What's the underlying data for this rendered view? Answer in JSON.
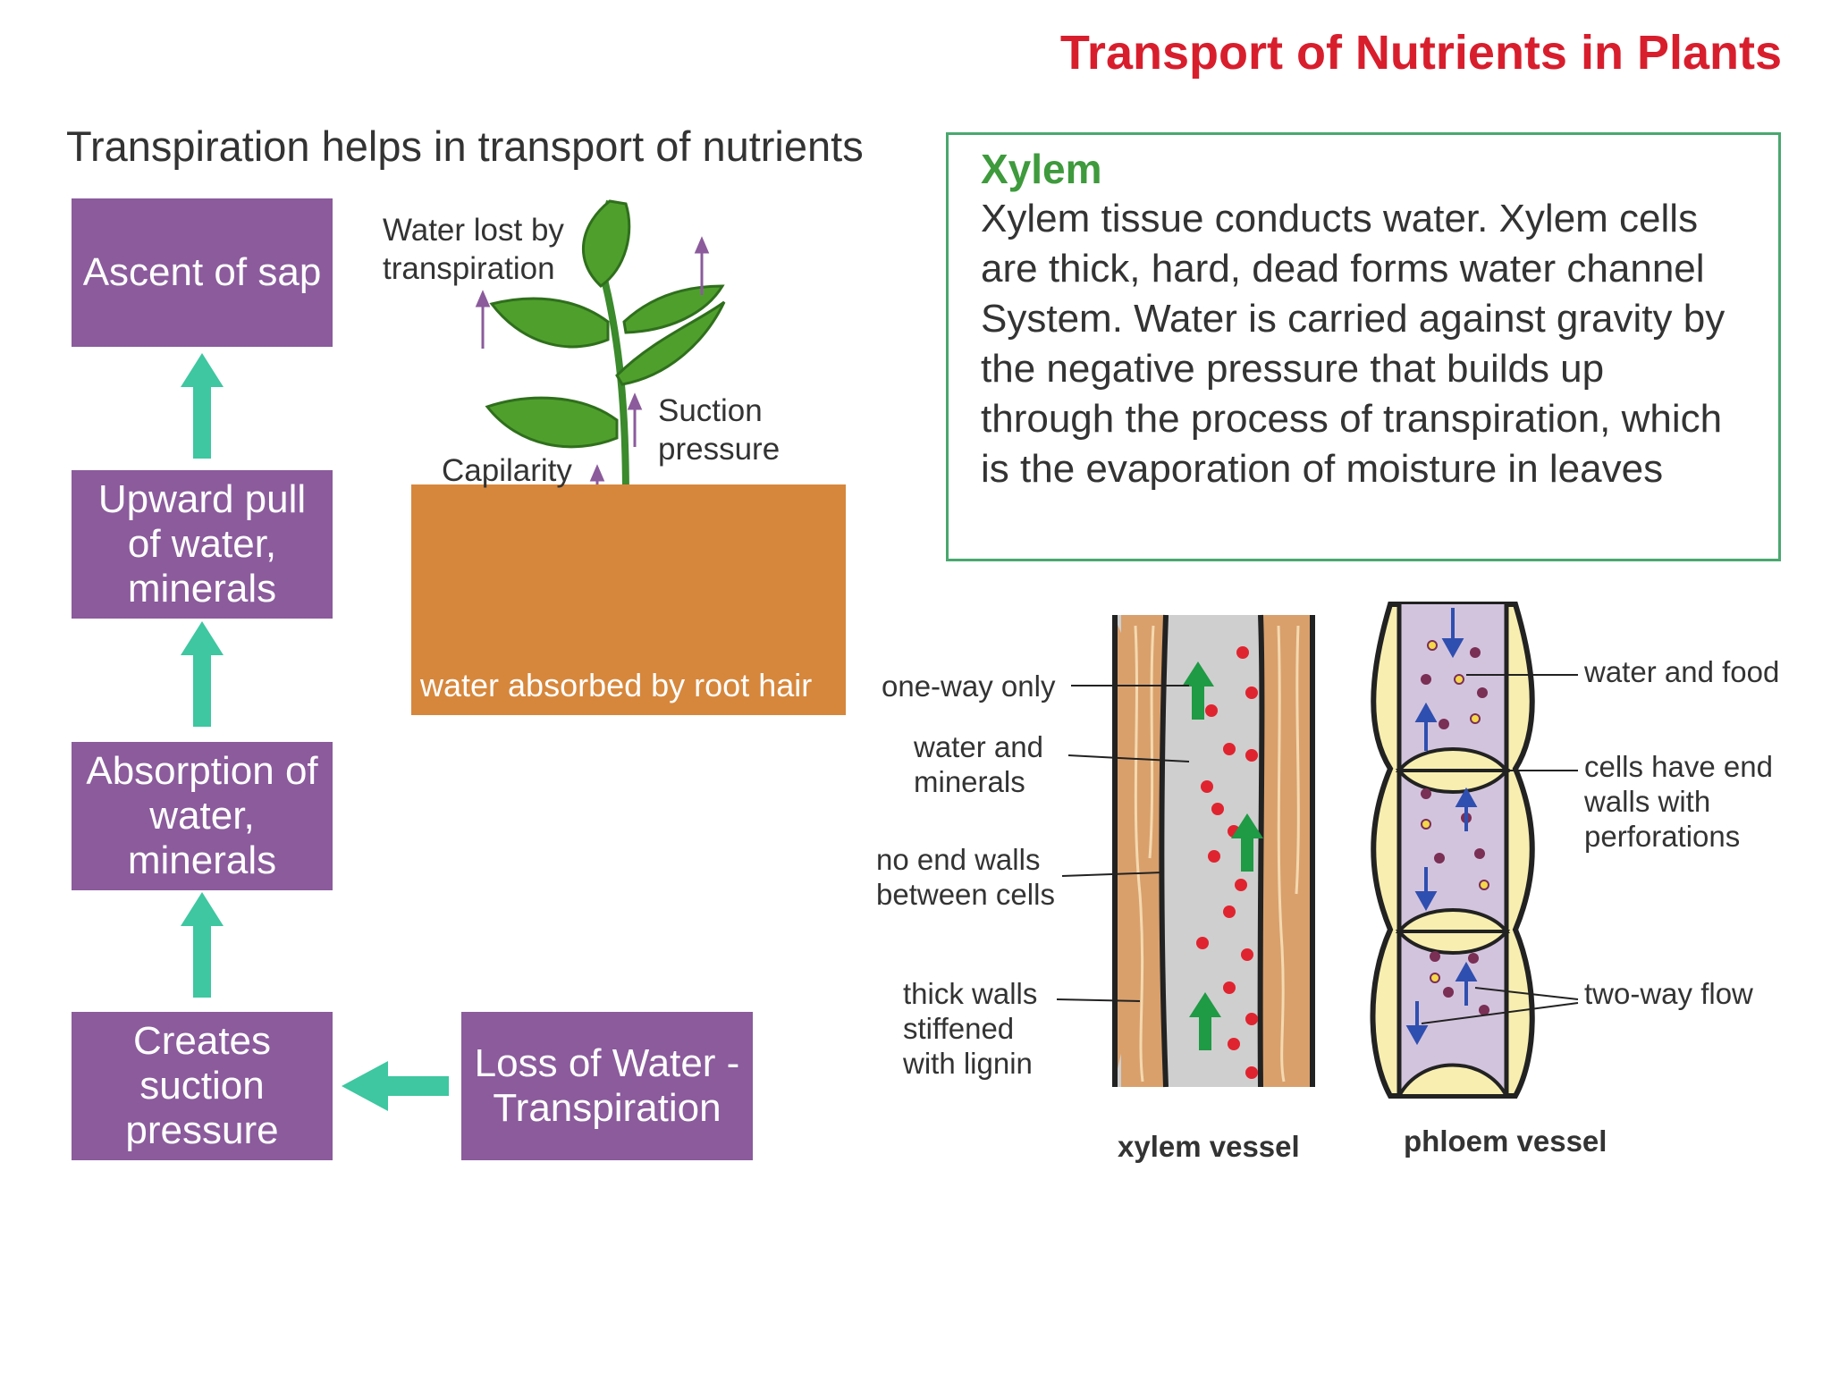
{
  "title": "Transport of Nutrients in Plants",
  "subtitle": "Transpiration helps in transport of nutrients",
  "flow": {
    "ascent": "Ascent of sap",
    "upward": "Upward pull of water, minerals",
    "absorption": "Absorption of water, minerals",
    "suction": "Creates suction pressure",
    "loss": "Loss of Water - Transpiration"
  },
  "plant": {
    "water_lost": "Water lost by transpiration",
    "suction_pressure": "Suction pressure",
    "capillarity": "Capilarity",
    "root_hair": "water absorbed by root hair"
  },
  "xylem_info": {
    "heading": "Xylem",
    "text": "Xylem tissue conducts water. Xylem cells are thick, hard, dead forms water channel System. Water is carried against gravity by the negative pressure that builds up through the process of transpiration, which is the evaporation of moisture in leaves"
  },
  "vessels": {
    "one_way": "one-way only",
    "water_minerals": "water and minerals",
    "no_end_walls": "no end walls between cells",
    "thick_walls": "thick walls stiffened with lignin",
    "xylem_caption": "xylem vessel",
    "phloem_caption": "phloem vessel",
    "water_food": "water and food",
    "end_walls": "cells have end walls with perforations",
    "two_way": "two-way flow"
  },
  "colors": {
    "title_red": "#d81e2d",
    "box_purple": "#8b5b9c",
    "arrow_teal": "#3ec7a0",
    "soil_orange": "#d6873c",
    "xylem_green": "#3e9a3c",
    "border_green": "#49a86f"
  }
}
